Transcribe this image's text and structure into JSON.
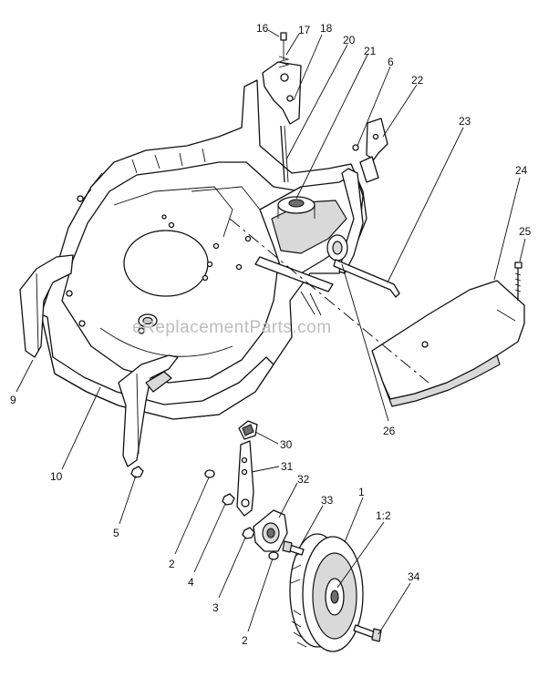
{
  "watermark": "eReplacementParts.com",
  "callouts": [
    {
      "id": "c16",
      "label": "16"
    },
    {
      "id": "c17",
      "label": "17"
    },
    {
      "id": "c18",
      "label": "18"
    },
    {
      "id": "c20",
      "label": "20"
    },
    {
      "id": "c21",
      "label": "21"
    },
    {
      "id": "c6",
      "label": "6"
    },
    {
      "id": "c22",
      "label": "22"
    },
    {
      "id": "c23",
      "label": "23"
    },
    {
      "id": "c24",
      "label": "24"
    },
    {
      "id": "c25",
      "label": "25"
    },
    {
      "id": "c9",
      "label": "9"
    },
    {
      "id": "c10",
      "label": "10"
    },
    {
      "id": "c26",
      "label": "26"
    },
    {
      "id": "c30",
      "label": "30"
    },
    {
      "id": "c31",
      "label": "31"
    },
    {
      "id": "c32",
      "label": "32"
    },
    {
      "id": "c33",
      "label": "33"
    },
    {
      "id": "c1",
      "label": "1"
    },
    {
      "id": "c12",
      "label": "1:2"
    },
    {
      "id": "c5",
      "label": "5"
    },
    {
      "id": "c2a",
      "label": "2"
    },
    {
      "id": "c4",
      "label": "4"
    },
    {
      "id": "c3",
      "label": "3"
    },
    {
      "id": "c34",
      "label": "34"
    },
    {
      "id": "c2b",
      "label": "2"
    }
  ]
}
